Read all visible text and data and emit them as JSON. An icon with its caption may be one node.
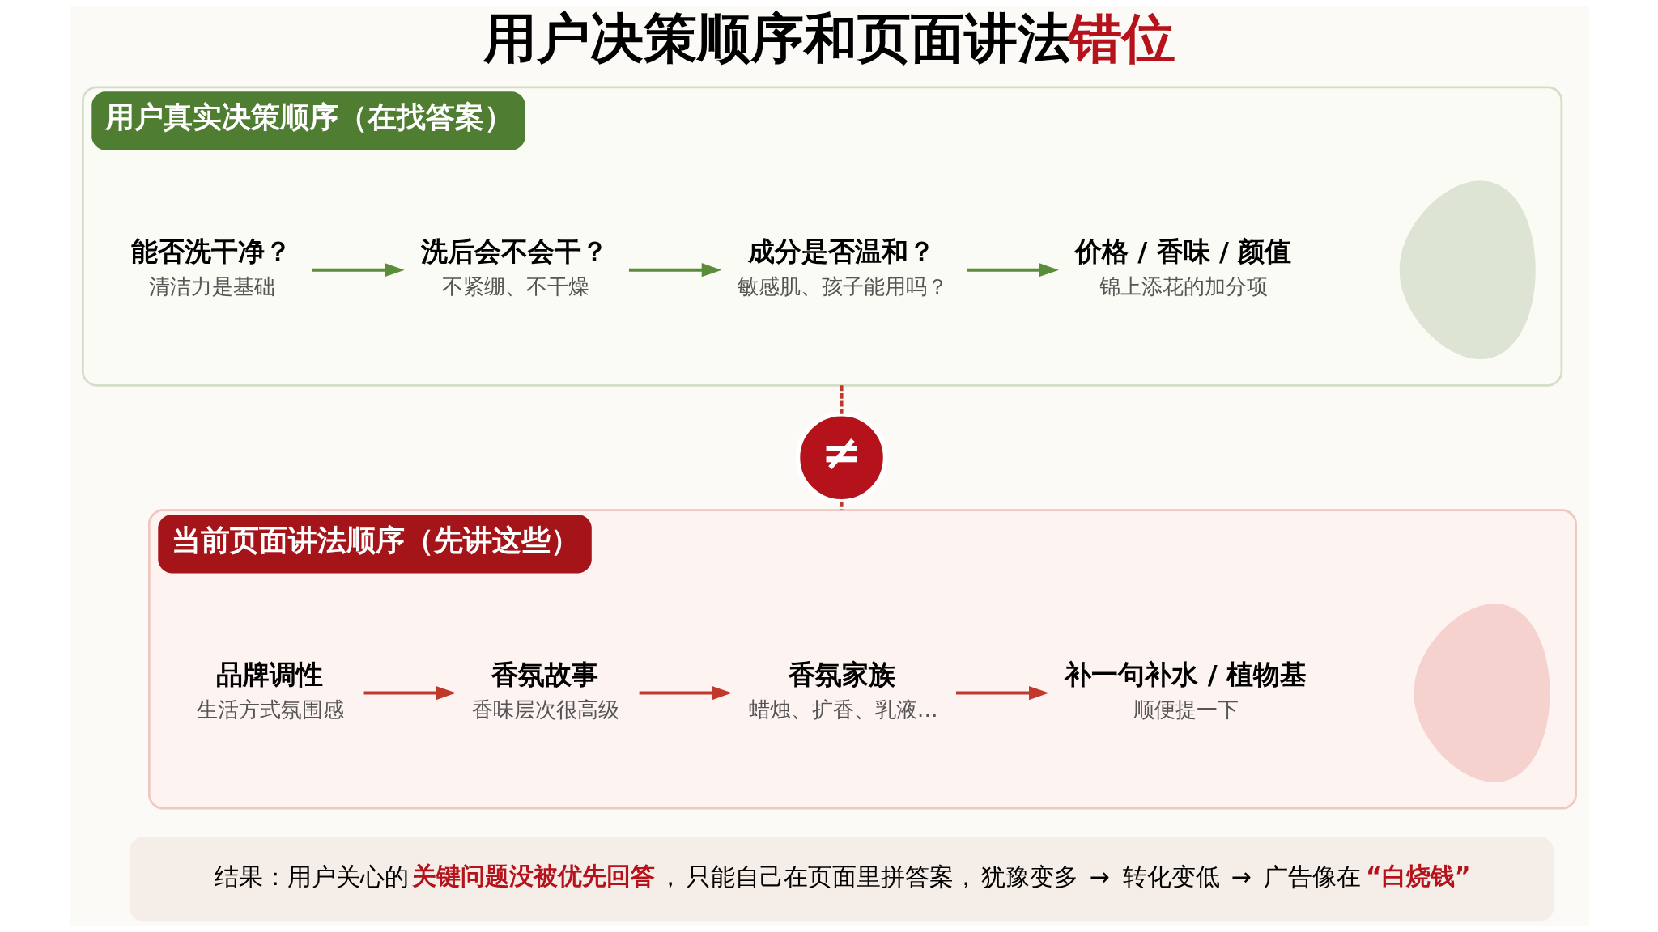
{
  "diagram": {
    "title": "用户决策顺序和页面讲法**错位**",
    "nodes": [
      {
        "text": [
          "用户真实决策顺序（在找答案）"
        ]
      },
      {
        "text": [
          "能否洗干净？",
          "清洁力是基础"
        ],
        "in": 0
      },
      {
        "text": [
          "洗后会不会干？",
          "不紧绷、不干燥"
        ],
        "in": 0
      },
      {
        "text": [
          "成分是否温和？",
          "敏感肌、孩子能用吗？"
        ],
        "in": 0
      },
      {
        "text": [
          "价格 / 香味 / 颜值",
          "锦上添花的加分项"
        ],
        "in": 0
      },
      {
        "text": [],
        "shape": "person",
        "in": 0
      },
      {
        "text": [
          "≠"
        ]
      },
      {
        "text": [
          "当前页面讲法顺序（先讲这些）"
        ]
      },
      {
        "text": [
          "品牌调性",
          "生活方式氛围感"
        ],
        "in": 7
      },
      {
        "text": [
          "香氛故事",
          "香味层次很高级"
        ],
        "in": 7
      },
      {
        "text": [
          "香氛家族",
          "蜡烛、扩香、乳液…"
        ],
        "in": 7
      },
      {
        "text": [
          "补一句补水 / 植物基",
          "顺便提一下"
        ],
        "in": 7
      },
      {
        "text": [],
        "shape": "person",
        "in": 7
      },
      {
        "text": [
          "结果：用户关心的**关键问题没被优先回答**，只能自己在页面里拼答案，犹豫变多 → 转化变低 → 广告像在**“白烧钱”**"
        ]
      }
    ],
    "edges": [
      {
        "from": 1,
        "to": 2,
        "arrow": "to",
        "color": "#5b8c3a"
      },
      {
        "from": 2,
        "to": 3,
        "arrow": "to",
        "color": "#5b8c3a"
      },
      {
        "from": 3,
        "to": 4,
        "arrow": "to",
        "color": "#5b8c3a"
      },
      {
        "from": 8,
        "to": 9,
        "arrow": "to"
      },
      {
        "from": 9,
        "to": 10,
        "arrow": "to"
      },
      {
        "from": 10,
        "to": 11,
        "arrow": "to"
      },
      {
        "from": 0,
        "to": 6,
        "arrow": "none",
        "style": "dashed"
      },
      {
        "from": 6,
        "to": 7,
        "arrow": "none",
        "style": "dashed"
      }
    ]
  }
}
